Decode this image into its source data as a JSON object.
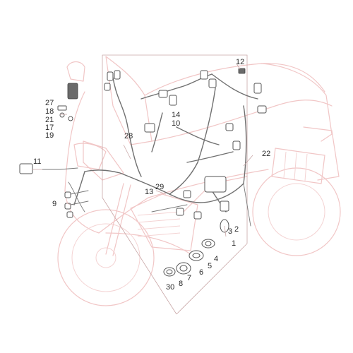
{
  "diagram": {
    "callouts": [
      {
        "id": "c12",
        "text": "12"
      },
      {
        "id": "c27",
        "text": "27"
      },
      {
        "id": "c18",
        "text": "18"
      },
      {
        "id": "c21",
        "text": "21"
      },
      {
        "id": "c17",
        "text": "17"
      },
      {
        "id": "c19",
        "text": "19"
      },
      {
        "id": "c14",
        "text": "14"
      },
      {
        "id": "c10",
        "text": "10"
      },
      {
        "id": "c28",
        "text": "28"
      },
      {
        "id": "c11",
        "text": "11"
      },
      {
        "id": "c22",
        "text": "22"
      },
      {
        "id": "c29",
        "text": "29"
      },
      {
        "id": "c13",
        "text": "13"
      },
      {
        "id": "c9",
        "text": "9"
      },
      {
        "id": "c3",
        "text": "3"
      },
      {
        "id": "c2",
        "text": "2"
      },
      {
        "id": "c1",
        "text": "1"
      },
      {
        "id": "c4",
        "text": "4"
      },
      {
        "id": "c5",
        "text": "5"
      },
      {
        "id": "c6",
        "text": "6"
      },
      {
        "id": "c7",
        "text": "7"
      },
      {
        "id": "c8",
        "text": "8"
      },
      {
        "id": "c30",
        "text": "30"
      }
    ]
  }
}
